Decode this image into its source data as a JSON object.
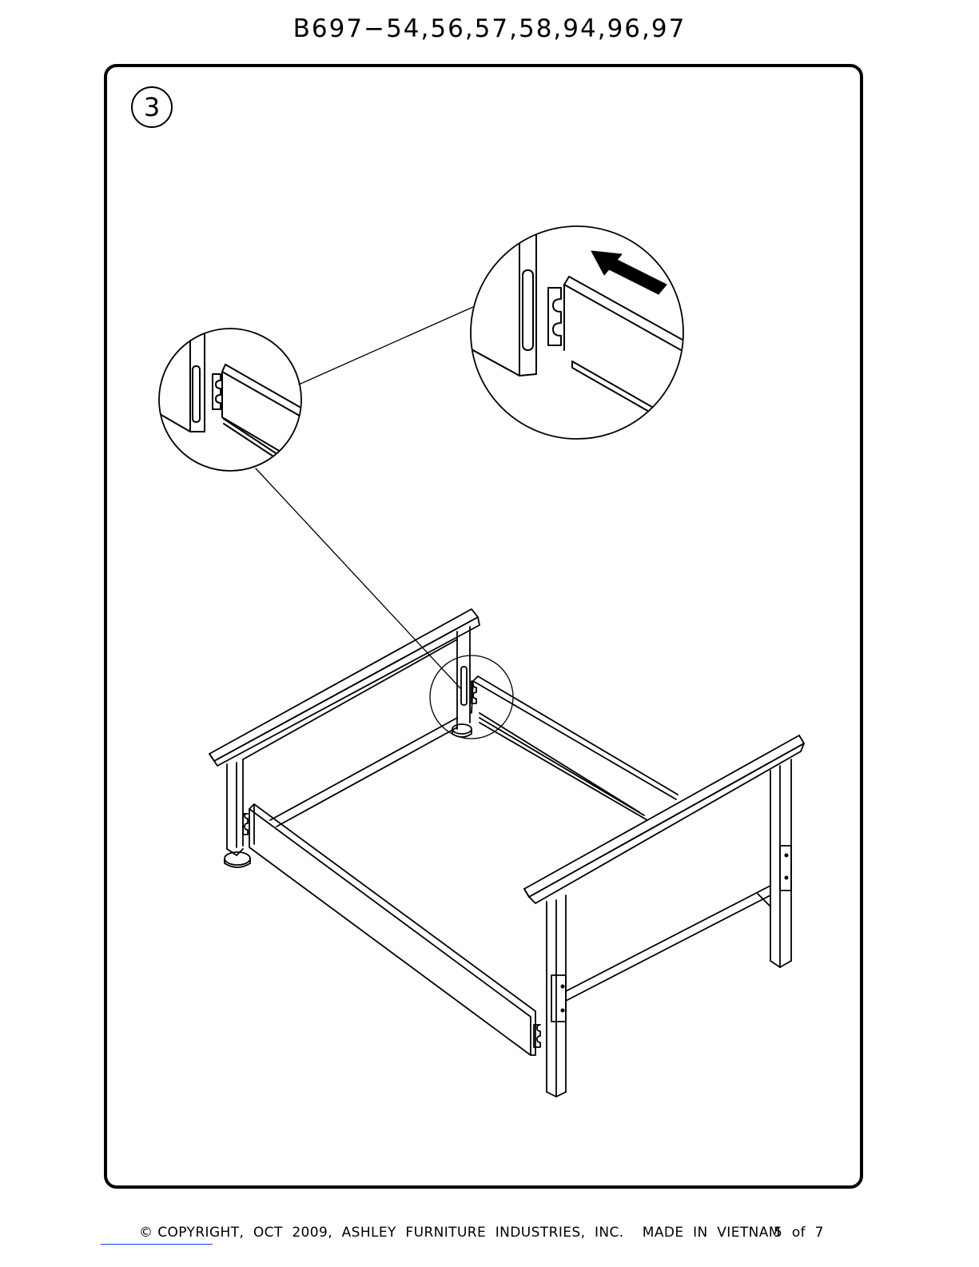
{
  "header": {
    "model_number": "B697−54,56,57,58,94,96,97"
  },
  "step": {
    "number": "3"
  },
  "footer": {
    "copyright": "© COPYRIGHT,  OCT  2009,  ASHLEY  FURNITURE  INDUSTRIES,  INC.    MADE  IN  VIETNAM",
    "page": "5  of  7"
  }
}
